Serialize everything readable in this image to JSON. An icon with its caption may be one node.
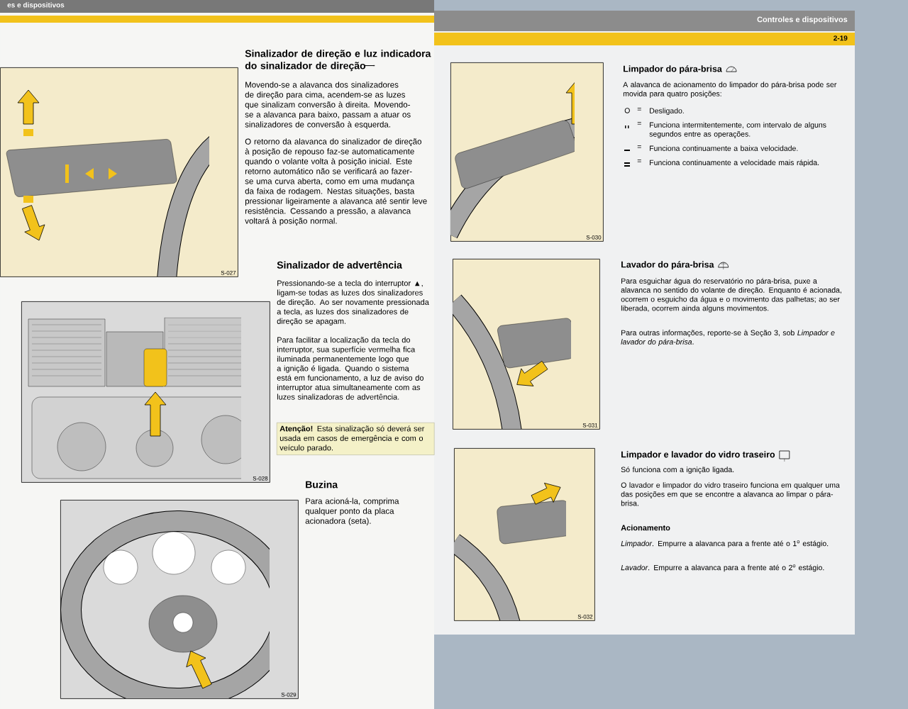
{
  "diagram": {
    "nodes": [
      {
        "text": [
          "S-027"
        ]
      },
      {
        "text": [
          "S-028"
        ]
      },
      {
        "text": [
          "S-029"
        ]
      },
      {
        "text": [
          "S-030"
        ]
      },
      {
        "text": [
          "S-031"
        ]
      },
      {
        "text": [
          "S-032"
        ]
      },
      {
        "text": [
          "**Atenção!** Esta sinalização só deverá ser usada em casos de emergência e com o veículo parado."
        ]
      }
    ],
    "labels": [
      "es e dispositivos",
      "Controles e dispositivos",
      "2-19",
      "Sinalizador de direção e luz indicadora do sinalizador de direção",
      "Movendo-se a alavanca dos sinalizadores de direção para cima, acendem-se as luzes que sinalizam conversão à direita. Movendo-se a alavanca para baixo, passam a atuar os sinalizadores de conversão à esquerda.",
      "O retorno da alavanca do sinalizador de direção à posição de repouso faz-se automaticamente quando o volante volta à posição inicial. Este retorno automático não se verificará ao fazer-se uma curva aberta, como em uma mudança da faixa de rodagem. Nestas situações, basta pressionar ligeiramente a alavanca até sentir leve resistência. Cessando a pressão, a alavanca voltará à posição normal.",
      "Sinalizador de advertência",
      "Pressionando-se a tecla do interruptor ▲, ligam-se todas as luzes dos sinalizadores de direção. Ao ser novamente pressionada a tecla, as luzes dos sinalizadores de direção se apagam.",
      "Para facilitar a localização da tecla do interruptor, sua superfície vermelha fica iluminada permanentemente logo que a ignição é ligada. Quando o sistema está em funcionamento, a luz de aviso do interruptor atua simultaneamente com as luzes sinalizadoras de advertência.",
      "Buzina",
      "Para acioná-la, comprima qualquer ponto da placa acionadora (seta).",
      "Limpador do pára-brisa",
      "A alavanca de acionamento do limpador do pára-brisa pode ser movida para quatro posições:",
      "O",
      "=",
      "Desligado.",
      "=",
      "Funciona intermitentemente, com intervalo de alguns segundos entre as operações.",
      "=",
      "Funciona continuamente a baixa velocidade.",
      "=",
      "Funciona continuamente a velocidade mais rápida.",
      "Lavador do pára-brisa",
      "Para esguichar água do reservatório no pára-brisa, puxe a alavanca no sentido do volante de direção. Enquanto é acionada, ocorrem o esguicho da água e o movimento das palhetas; ao ser liberada, ocorrem ainda alguns movimentos.",
      "Para outras informações, reporte-se à Seção 3, sob *Limpador e lavador do pára-brisa*.",
      "Limpador e lavador do vidro traseiro",
      "Só funciona com a ignição ligada.",
      "O lavador e limpador do vidro traseiro funciona em qualquer uma das posições em que se encontre a alavanca ao limpar o pára-brisa.",
      "Acionamento",
      "*Limpador*. Empurre a alavanca para a frente até o 1$^{o}$ estágio.",
      "*Lavador*. Empurre a alavanca para a frente até o 2$^{o}$ estágio."
    ]
  }
}
